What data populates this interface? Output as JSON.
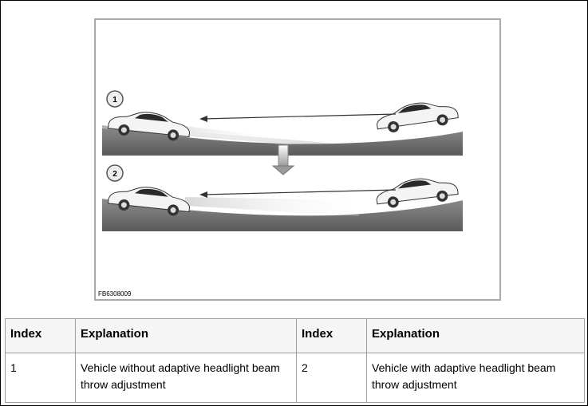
{
  "figure": {
    "code": "FB6308009",
    "scenes": [
      {
        "badge": "1"
      },
      {
        "badge": "2"
      }
    ]
  },
  "table": {
    "headers": [
      "Index",
      "Explanation",
      "Index",
      "Explanation"
    ],
    "rows": [
      [
        "1",
        "Vehicle without adaptive headlight beam throw adjustment",
        "2",
        "Vehicle with adaptive headlight beam throw adjustment"
      ]
    ]
  }
}
